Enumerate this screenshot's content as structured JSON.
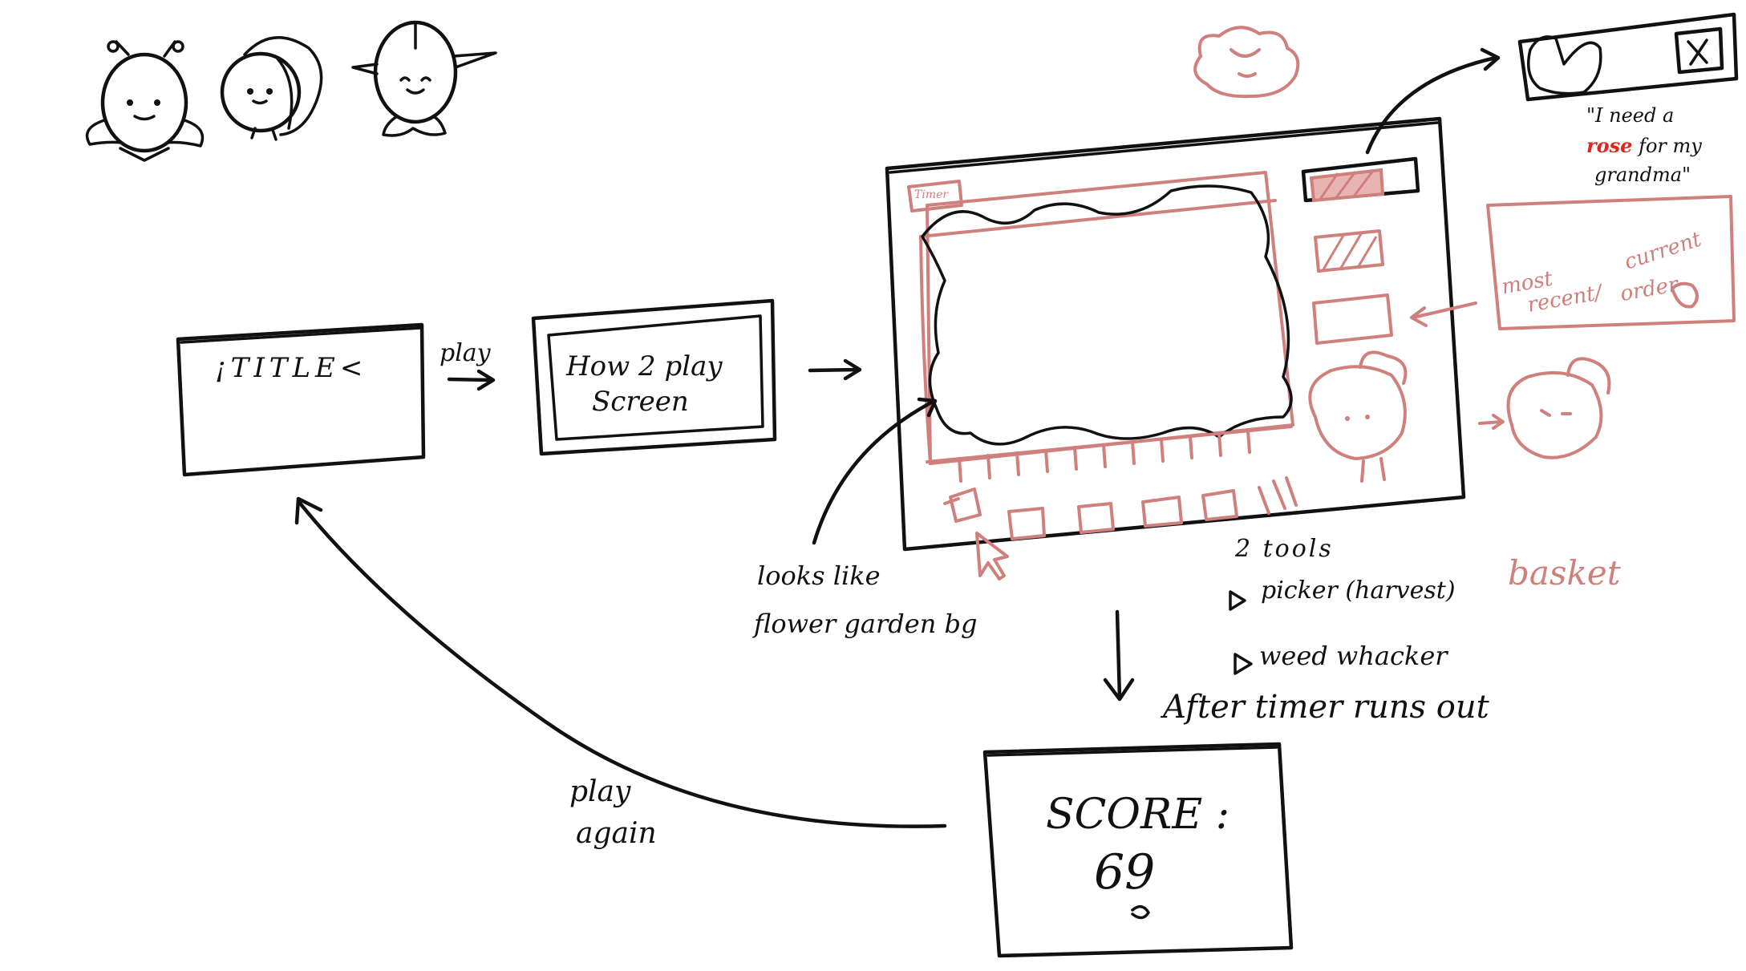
{
  "screens": {
    "title_label": "¡TITLE<",
    "howto_line1": "How 2 play",
    "howto_line2": "Screen",
    "score_label": "SCORE :",
    "score_value": "69"
  },
  "arrows": {
    "play_label": "play",
    "play_again_line1": "play",
    "play_again_line2": "again"
  },
  "annotations": {
    "bg_line1": "looks like",
    "bg_line2": "flower garden bg",
    "tools_heading": "2 tools",
    "tool1": "picker (harvest)",
    "tool2": "weed whacker",
    "timer_note": "After timer runs out",
    "basket_label": "basket",
    "order_line1": "most",
    "order_line2": "recent/",
    "order_line3": "current",
    "order_line4": "order",
    "timer_tab": "Timer"
  },
  "quote": {
    "line1": "\"I need a",
    "highlight": "rose",
    "line2_rest": "for my",
    "line3": "grandma\"",
    "highlight_color": "#e0261b"
  },
  "colors": {
    "ink": "#111111",
    "pink": "#cf7f7c"
  }
}
